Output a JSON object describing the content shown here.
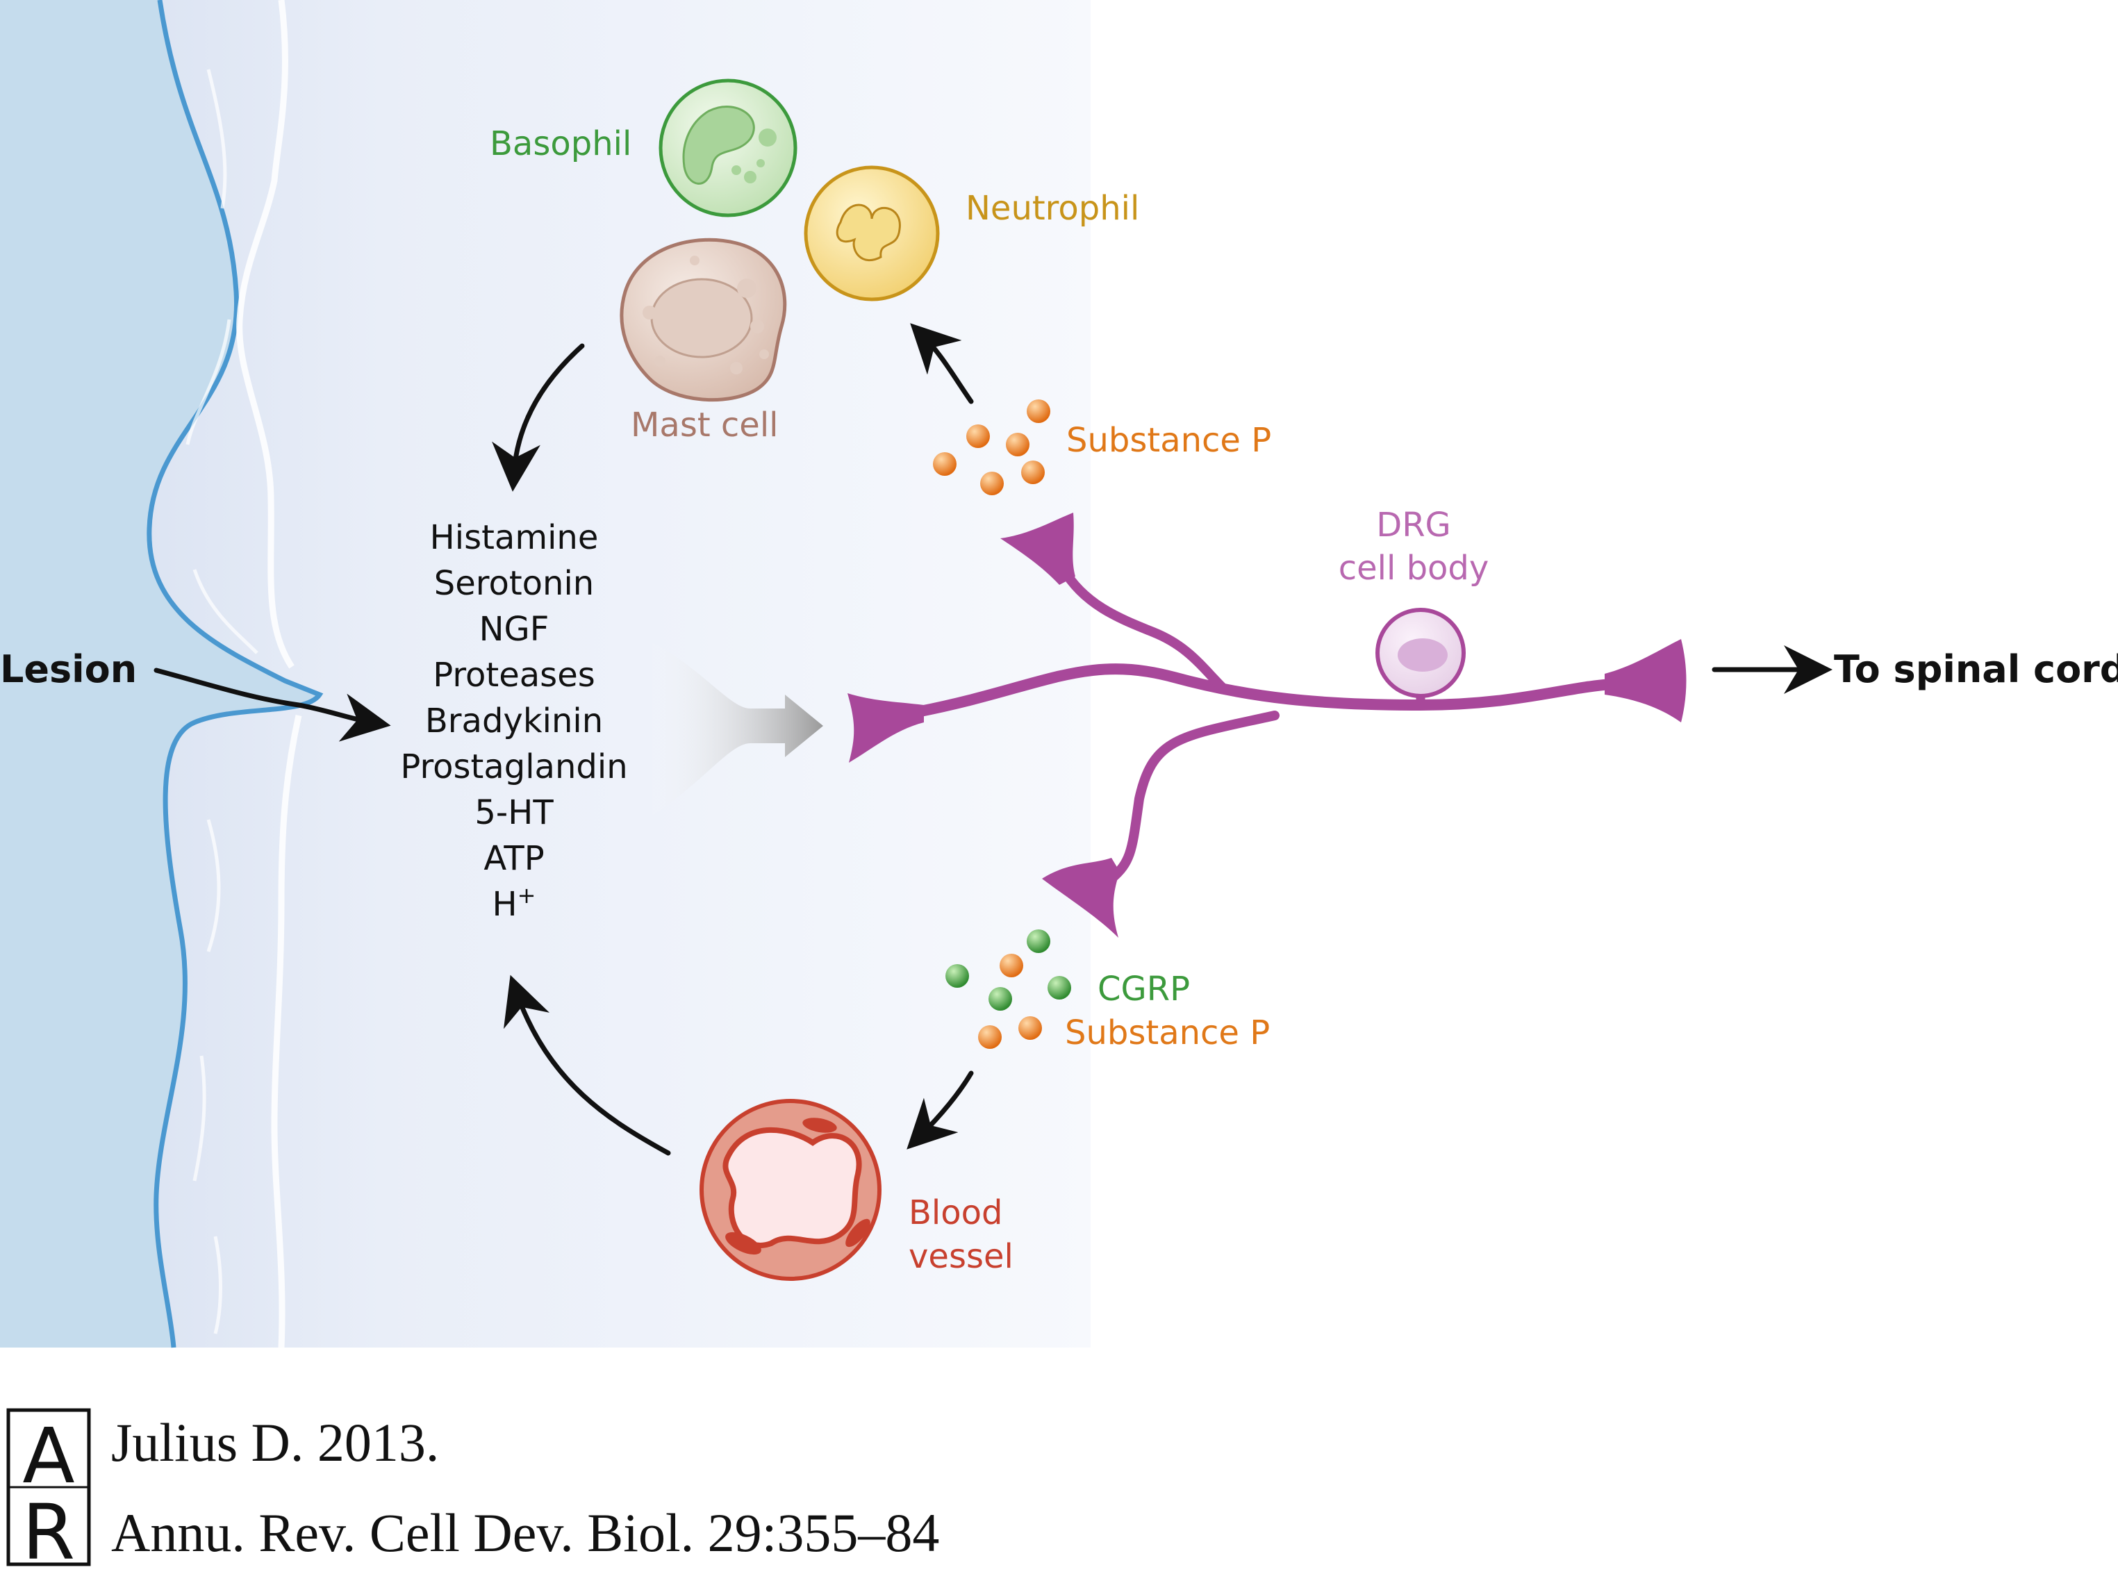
{
  "diagram": {
    "colors": {
      "skin": "#c5dced",
      "skin_outline": "#4a98d0",
      "tissue": "#e9eef8",
      "nerve": "#a8489a",
      "drg_label": "#b868b0",
      "basophil": "#3c9a3c",
      "neutrophil": "#c8941a",
      "mast_cell": "#a8786a",
      "substance_p": "#e07818",
      "cgrp": "#3c9a3c",
      "blood_vessel": "#c8402e",
      "text": "#111111"
    },
    "labels": {
      "basophil": "Basophil",
      "neutrophil": "Neutrophil",
      "mast_cell": "Mast cell",
      "substance_p_top": "Substance P",
      "drg_line1": "DRG",
      "drg_line2": "cell body",
      "lesion": "Lesion",
      "to_spinal_cord": "To spinal cord",
      "cgrp": "CGRP",
      "substance_p_bottom": "Substance P",
      "blood_line1": "Blood",
      "blood_line2": "vessel"
    },
    "mediators": [
      "Histamine",
      "Serotonin",
      "NGF",
      "Proteases",
      "Bradykinin",
      "Prostaglandin",
      "5-HT",
      "ATP",
      "H"
    ],
    "mediator_superscript": "+"
  },
  "citation": {
    "logo_letters": "AR",
    "line1": "Julius D. 2013.",
    "line2": "Annu. Rev. Cell Dev. Biol. 29:355–84"
  }
}
